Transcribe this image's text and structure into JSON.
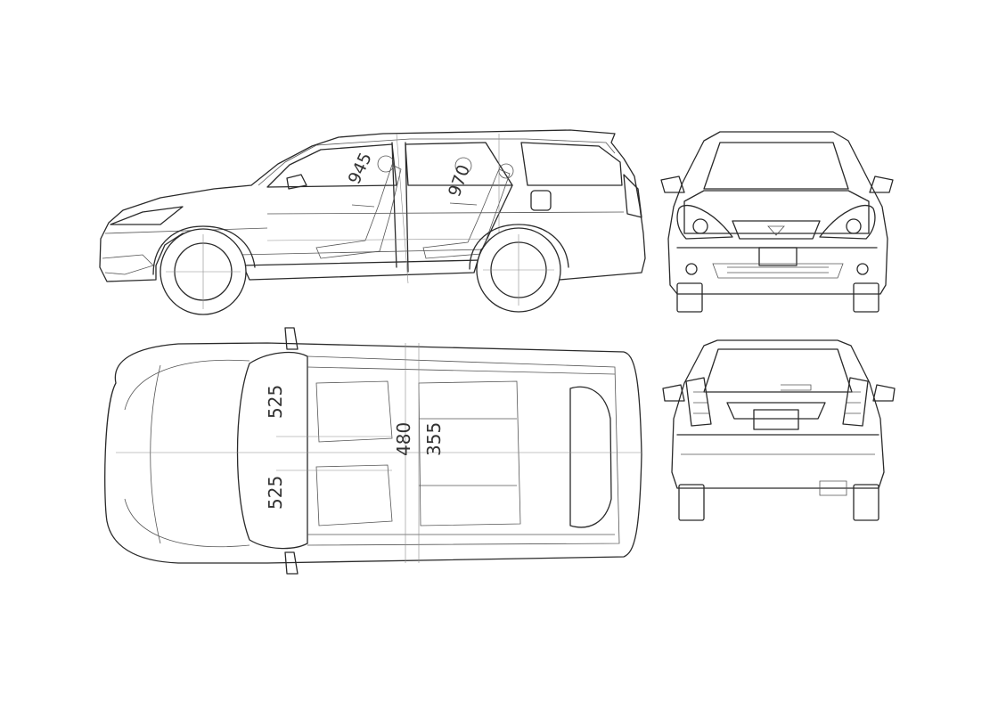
{
  "diagram": {
    "views": {
      "side": {
        "dimensions": [
          "945",
          "970"
        ]
      },
      "top": {
        "dimensions": [
          "525",
          "525",
          "480",
          "355"
        ]
      }
    }
  }
}
